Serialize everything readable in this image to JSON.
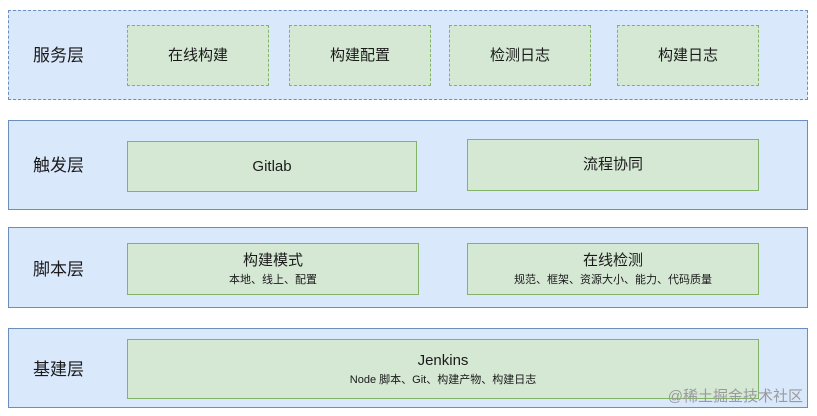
{
  "layers": [
    {
      "label": "服务层",
      "boxes": [
        {
          "title": "在线构建"
        },
        {
          "title": "构建配置"
        },
        {
          "title": "检测日志"
        },
        {
          "title": "构建日志"
        }
      ]
    },
    {
      "label": "触发层",
      "boxes": [
        {
          "title": "Gitlab"
        },
        {
          "title": "流程协同"
        }
      ]
    },
    {
      "label": "脚本层",
      "boxes": [
        {
          "title": "构建模式",
          "subtitle": "本地、线上、配置"
        },
        {
          "title": "在线检测",
          "subtitle": "规范、框架、资源大小、能力、代码质量"
        }
      ]
    },
    {
      "label": "基建层",
      "boxes": [
        {
          "title": "Jenkins",
          "subtitle": "Node 脚本、Git、构建产物、构建日志"
        }
      ]
    }
  ],
  "watermark": "@稀土掘金技术社区",
  "colors": {
    "layer_fill": "#dae8fc",
    "layer_border": "#6c8ebf",
    "box_fill": "#d5e8d4",
    "box_border": "#82b366"
  }
}
